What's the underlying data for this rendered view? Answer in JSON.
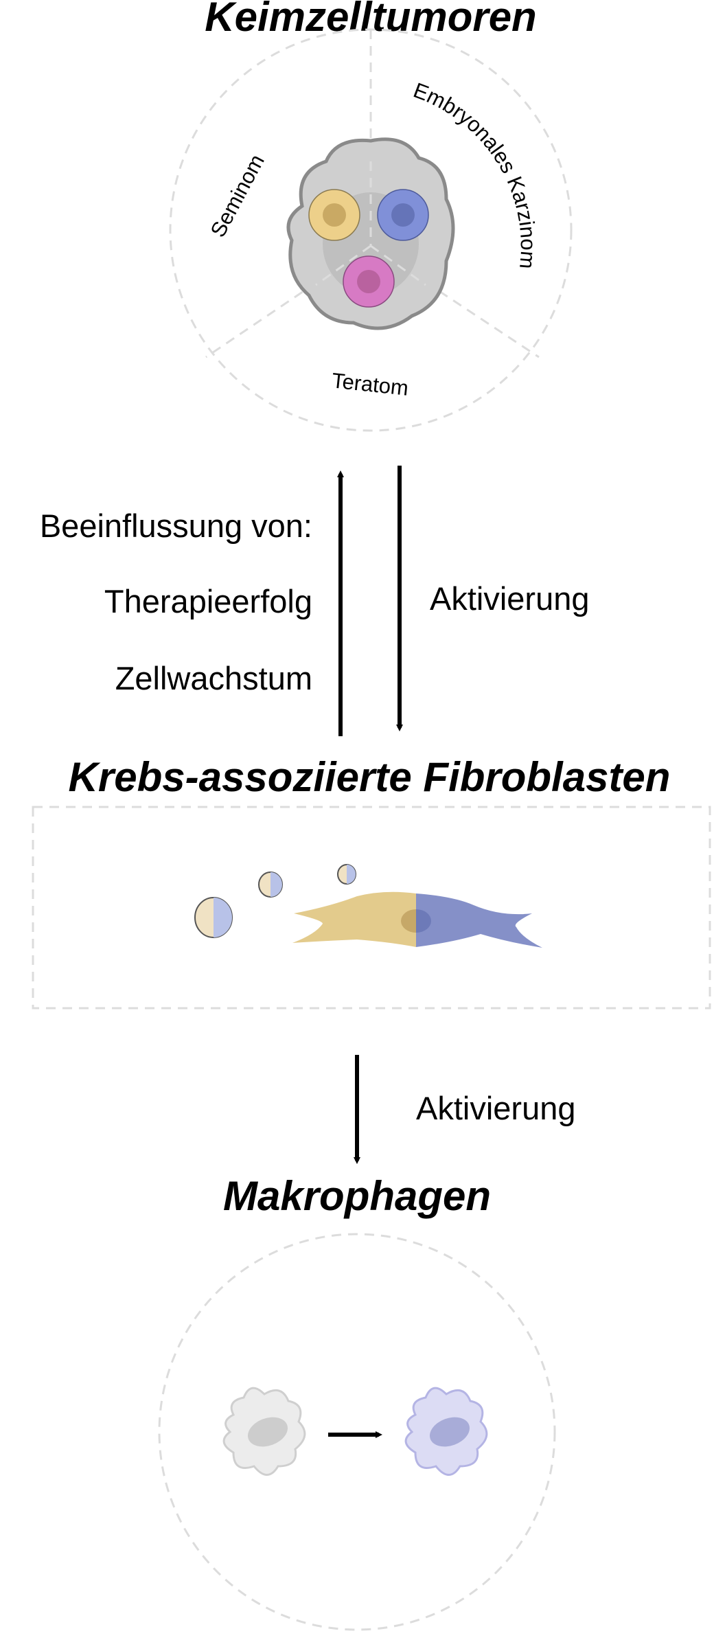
{
  "tumor": {
    "title": "Keimzelltumoren",
    "types": [
      "Seminom",
      "Embryonales Karzinom",
      "Teratom"
    ],
    "colors": {
      "seminom": "#edd08a",
      "embryonal": "#8090d8",
      "teratom": "#d77ac4"
    }
  },
  "interaction": {
    "left_heading": "Beeinflussung von:",
    "left_items": [
      "Therapieerfolg",
      "Zellwachstum"
    ],
    "right_label": "Aktivierung"
  },
  "caf": {
    "title": "Krebs-assoziierte Fibroblasten",
    "colors": {
      "inactive": "#e3cb8c",
      "active": "#8590c8"
    }
  },
  "caf_to_macro": {
    "label": "Aktivierung"
  },
  "macrophage": {
    "title": "Makrophagen"
  }
}
